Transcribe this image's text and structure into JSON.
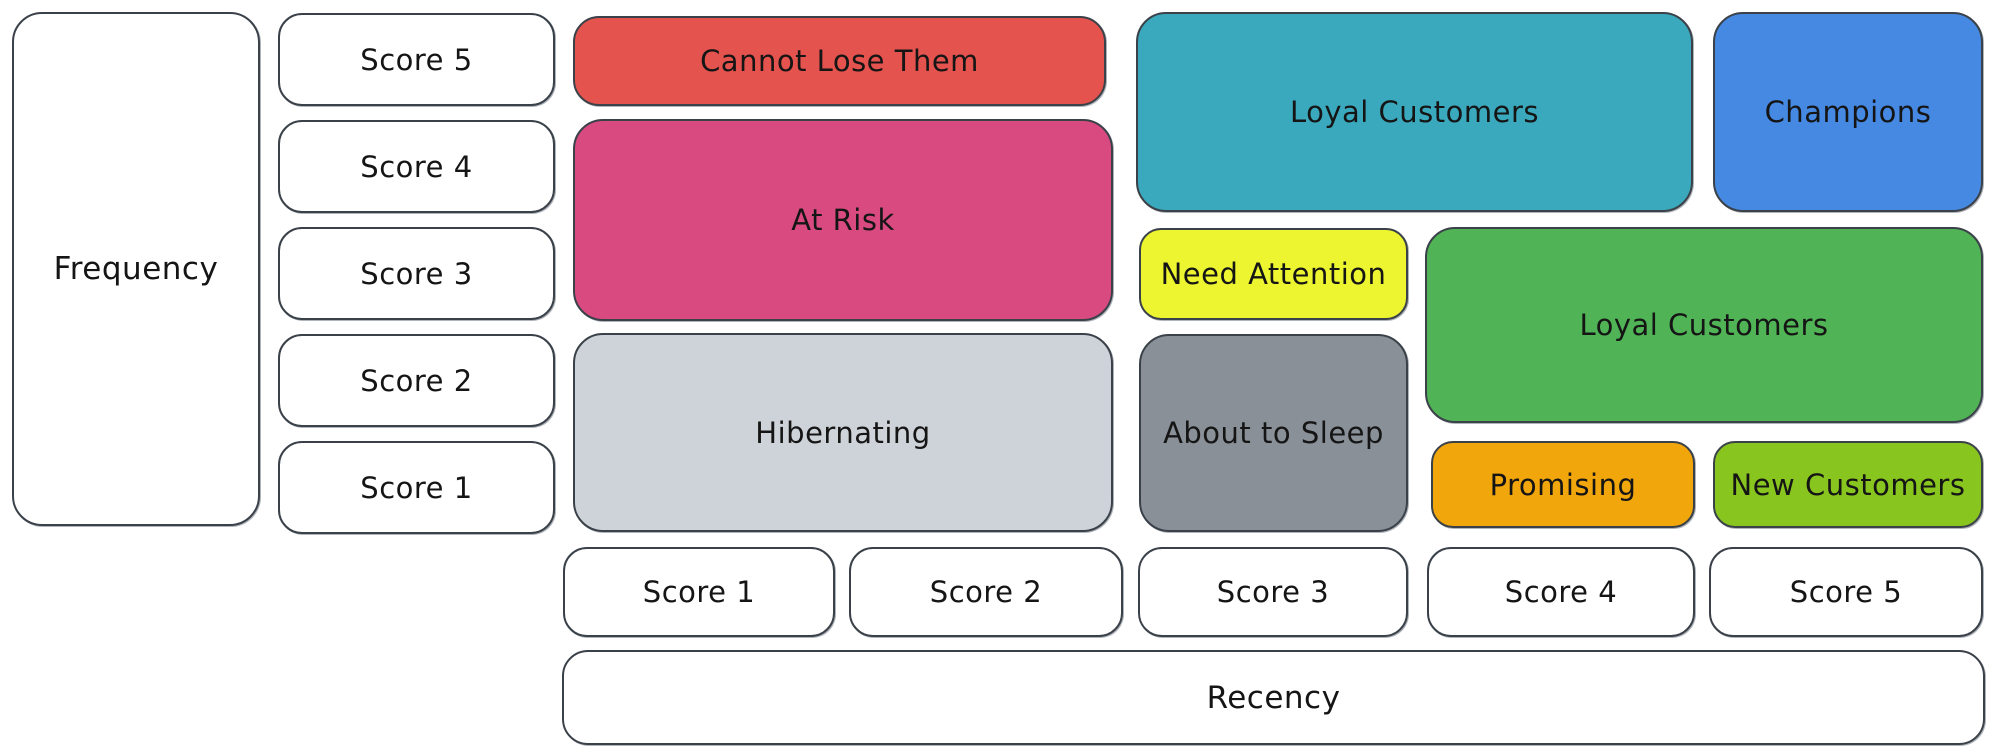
{
  "canvas": {
    "background": "#ffffff",
    "stroke_color": "#3a4149",
    "text_color": "#151515"
  },
  "axis_left": {
    "label": "Frequency",
    "scores": [
      "Score 5",
      "Score 4",
      "Score 3",
      "Score 2",
      "Score 1"
    ]
  },
  "axis_bottom": {
    "label": "Recency",
    "scores": [
      "Score 1",
      "Score 2",
      "Score 3",
      "Score 4",
      "Score 5"
    ]
  },
  "segments": {
    "cannot_lose_them": {
      "label": "Cannot Lose Them",
      "color": "#e5534e",
      "recency": "1-2",
      "frequency": "5"
    },
    "at_risk": {
      "label": "At Risk",
      "color": "#d94b80",
      "recency": "1-2",
      "frequency": "3-4"
    },
    "hibernating": {
      "label": "Hibernating",
      "color": "#ced3d9",
      "recency": "1-2",
      "frequency": "1-2"
    },
    "loyal_customers_teal": {
      "label": "Loyal Customers",
      "color": "#3aa9bd",
      "recency": "3-4",
      "frequency": "4-5"
    },
    "champions": {
      "label": "Champions",
      "color": "#4589e3",
      "recency": "5",
      "frequency": "4-5"
    },
    "need_attention": {
      "label": "Need Attention",
      "color": "#ecf52f",
      "recency": "3",
      "frequency": "3"
    },
    "about_to_sleep": {
      "label": "About to Sleep",
      "color": "#899097",
      "recency": "3",
      "frequency": "1-2"
    },
    "loyal_customers_green": {
      "label": "Loyal Customers",
      "color": "#50b456",
      "recency": "4-5",
      "frequency": "2-3"
    },
    "promising": {
      "label": "Promising",
      "color": "#f1a60b",
      "recency": "4",
      "frequency": "1"
    },
    "new_customers": {
      "label": "New Customers",
      "color": "#88c61f",
      "recency": "5",
      "frequency": "1"
    }
  }
}
